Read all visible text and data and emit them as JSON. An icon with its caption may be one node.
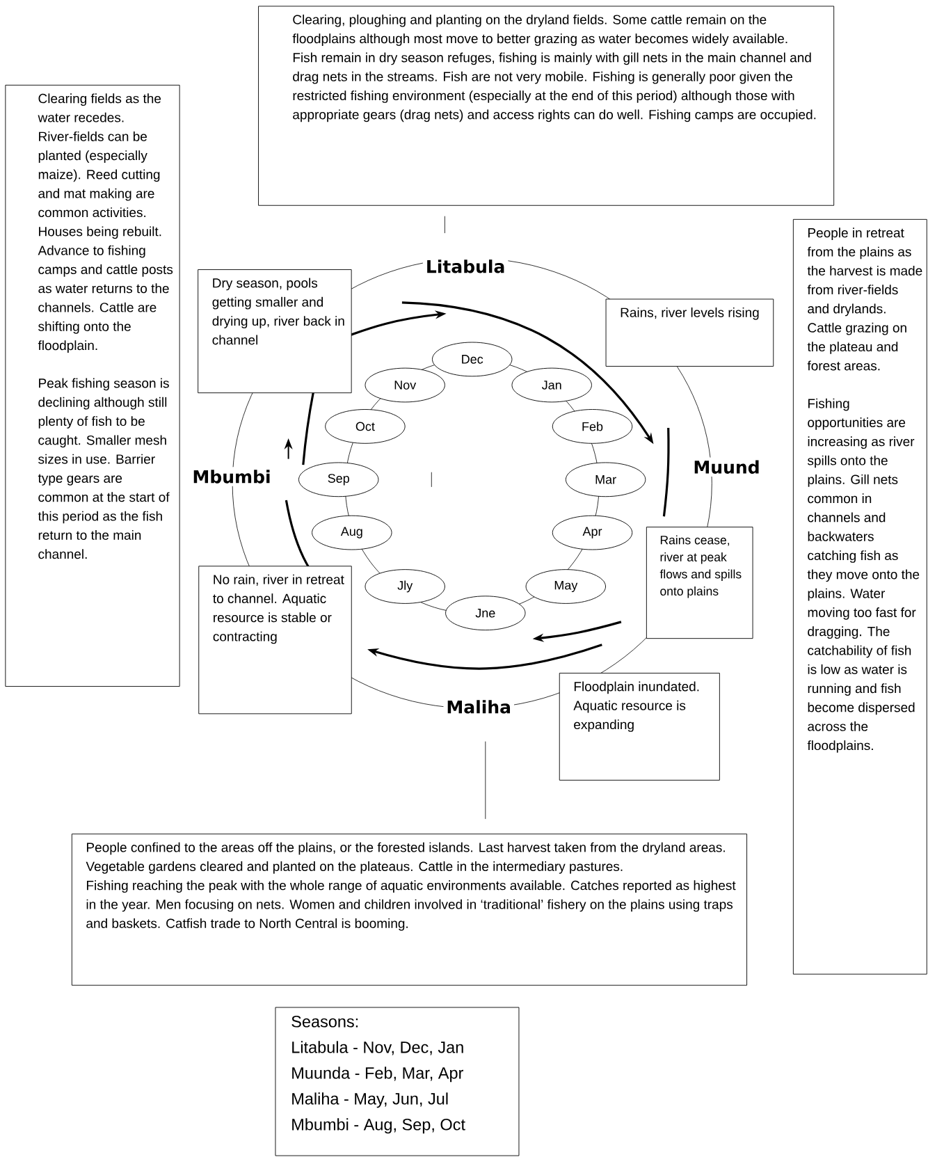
{
  "diagram": {
    "nodes": [
      {
        "text": [
          "Clearing, ploughing and planting on the dryland fields. Some cattle remain on the floodplains although most move to better grazing as water becomes widely available.",
          "Fish remain in dry season refuges, fishing is mainly with gill nets in the main channel and drag nets in the streams. Fish are not very mobile. Fishing is generally poor given the restricted fishing environment (especially at the end of this period) although those with appropriate gears (drag nets) and access rights can do well. Fishing camps are occupied."
        ]
      },
      {
        "text": [
          "Clearing fields as the water recedes. River-fields can be planted (especially maize). Reed cutting and mat making are common activities. Houses being rebuilt. Advance to fishing camps and cattle posts as water returns to the channels. Cattle are shifting onto the floodplain.",
          "Peak fishing season is declining although still plenty of fish to be caught. Smaller mesh sizes in use. Barrier type gears are common at the start of this period as the fish return to the main channel."
        ]
      },
      {
        "text": [
          "People in retreat from the plains as the harvest is made from river-fields and drylands. Cattle grazing on the plateau and forest areas.",
          "Fishing opportunities are increasing as river spills onto the plains. Gill nets common in channels and backwaters catching fish as they move onto the plains. Water moving too fast for dragging. The catchability of fish is low as water is running and fish become dispersed across the floodplains."
        ]
      },
      {
        "text": [
          "Dry season, pools getting smaller and drying up, river back in channel"
        ]
      },
      {
        "text": [
          "Rains, river levels rising"
        ]
      },
      {
        "text": [
          "Rains cease, river at peak flows and spills onto plains"
        ]
      },
      {
        "text": [
          "No rain, river in retreat to channel. Aquatic resource is stable or contracting"
        ]
      },
      {
        "text": [
          "Floodplain inundated. Aquatic resource is expanding"
        ]
      },
      {
        "text": [
          "People confined to the areas off the plains, or the forested islands. Last harvest taken from the dryland areas. Vegetable gardens cleared and planted on the plateaus. Cattle in the intermediary pastures.",
          "Fishing reaching the peak with the whole range of aquatic environments available. Catches reported as highest in the year. Men focusing on nets. Women and children involved in ‘traditional’ fishery on the plains using traps and baskets. Catfish trade to North Central is booming."
        ]
      },
      {
        "text": [
          "Seasons:",
          "Litabula - Nov, Dec, Jan",
          "Muunda - Feb, Mar, Apr",
          "Maliha - May, Jun, Jul",
          "Mbumbi - Aug, Sep, Oct"
        ]
      },
      {
        "text": [
          "Dec"
        ]
      },
      {
        "text": [
          "Jan"
        ]
      },
      {
        "text": [
          "Feb"
        ]
      },
      {
        "text": [
          "Mar"
        ]
      },
      {
        "text": [
          "Apr"
        ]
      },
      {
        "text": [
          "May"
        ]
      },
      {
        "text": [
          "Jne"
        ]
      },
      {
        "text": [
          "Jly"
        ]
      },
      {
        "text": [
          "Aug"
        ]
      },
      {
        "text": [
          "Sep"
        ]
      },
      {
        "text": [
          "Oct"
        ]
      },
      {
        "text": [
          "Nov"
        ]
      }
    ],
    "labels": [
      "Litabula",
      "Muund",
      "Mbumbi",
      "Maliha"
    ]
  }
}
